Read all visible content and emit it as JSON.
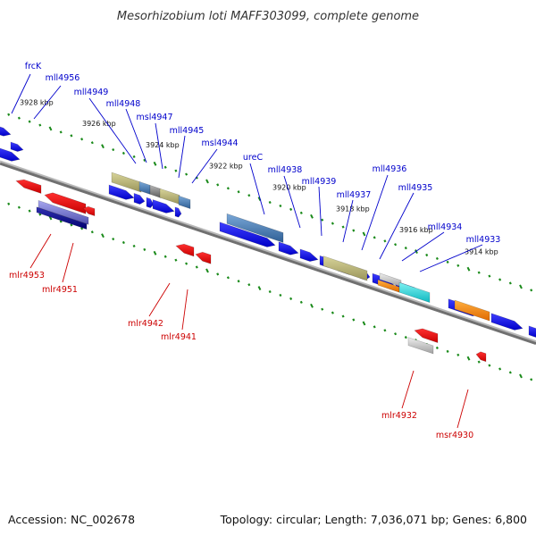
{
  "title": "Mesorhizobium loti MAFF303099, complete genome",
  "footer": {
    "accession": "Accession: NC_002678",
    "summary": "Topology: circular; Length: 7,036,071 bp; Genes: 6,800"
  },
  "colors": {
    "forward": "#1010e0",
    "reverse": "#e00000",
    "tick": "#1a8a1a",
    "axis": "#888888",
    "forward_label": "#0000cc",
    "reverse_label": "#cc0000"
  },
  "kbp_marks": [
    "3928 kbp",
    "3926 kbp",
    "3924 kbp",
    "3922 kbp",
    "3920 kbp",
    "3918 kbp",
    "3916 kbp",
    "3914 kbp"
  ],
  "labels_top": [
    "frcK",
    "mll4956",
    "mll4949",
    "mll4948",
    "msl4947",
    "mll4945",
    "msl4944",
    "ureC",
    "mll4938",
    "mll4939",
    "mll4937",
    "mll4936",
    "mll4935",
    "mll4934",
    "mll4933"
  ],
  "labels_bottom": [
    "mlr4953",
    "mlr4951",
    "mlr4942",
    "mlr4941",
    "mlr4932",
    "msr4930"
  ]
}
